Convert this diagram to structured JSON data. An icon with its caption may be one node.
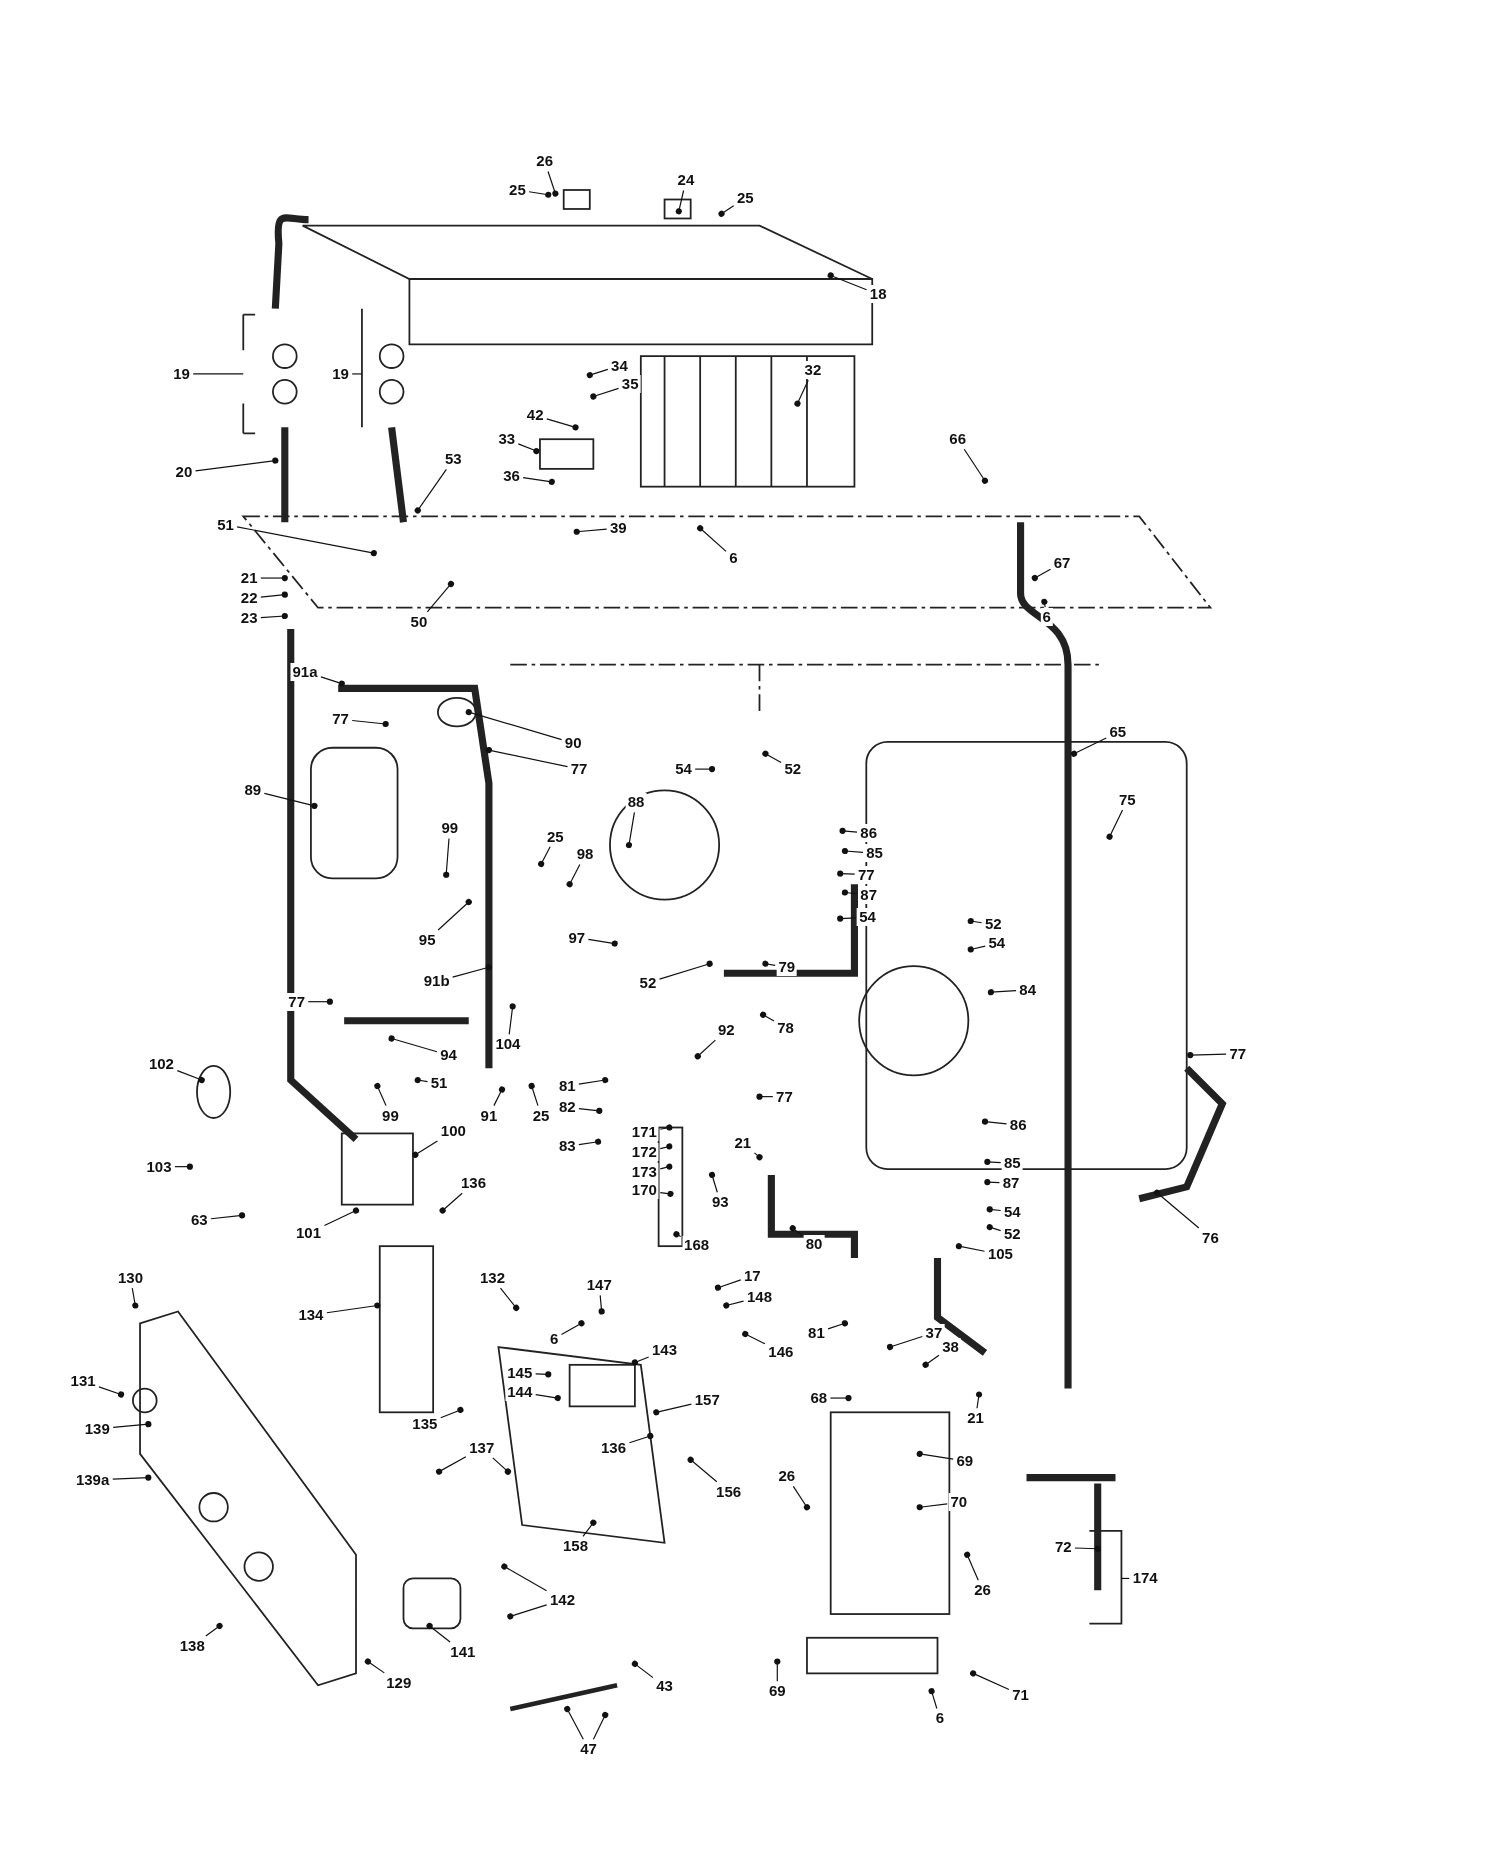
{
  "diagram": {
    "nodes": [
      {
        "text": [
          "26"
        ]
      },
      {
        "text": [
          "25"
        ]
      },
      {
        "text": [
          "24"
        ]
      },
      {
        "text": [
          "25"
        ]
      },
      {
        "text": [
          "18"
        ]
      },
      {
        "text": [
          "19"
        ]
      },
      {
        "text": [
          "19"
        ]
      },
      {
        "text": [
          "20"
        ]
      },
      {
        "text": [
          "34"
        ]
      },
      {
        "text": [
          "35"
        ]
      },
      {
        "text": [
          "42"
        ]
      },
      {
        "text": [
          "32"
        ]
      },
      {
        "text": [
          "33"
        ]
      },
      {
        "text": [
          "66"
        ]
      },
      {
        "text": [
          "53"
        ]
      },
      {
        "text": [
          "36"
        ]
      },
      {
        "text": [
          "51"
        ]
      },
      {
        "text": [
          "39"
        ]
      },
      {
        "text": [
          "67"
        ]
      },
      {
        "text": [
          "21"
        ]
      },
      {
        "text": [
          "22"
        ]
      },
      {
        "text": [
          "23"
        ]
      },
      {
        "text": [
          "50"
        ]
      },
      {
        "text": [
          "6"
        ]
      },
      {
        "text": [
          "6"
        ]
      },
      {
        "text": [
          "91a"
        ]
      },
      {
        "text": [
          "77"
        ]
      },
      {
        "text": [
          "90"
        ]
      },
      {
        "text": [
          "77"
        ]
      },
      {
        "text": [
          "65"
        ]
      },
      {
        "text": [
          "75"
        ]
      },
      {
        "text": [
          "89"
        ]
      },
      {
        "text": [
          "88"
        ]
      },
      {
        "text": [
          "54"
        ]
      },
      {
        "text": [
          "52"
        ]
      },
      {
        "text": [
          "86"
        ]
      },
      {
        "text": [
          "85"
        ]
      },
      {
        "text": [
          "25"
        ]
      },
      {
        "text": [
          "98"
        ]
      },
      {
        "text": [
          "99"
        ]
      },
      {
        "text": [
          "77"
        ]
      },
      {
        "text": [
          "87"
        ]
      },
      {
        "text": [
          "54"
        ]
      },
      {
        "text": [
          "95"
        ]
      },
      {
        "text": [
          "97"
        ]
      },
      {
        "text": [
          "52"
        ]
      },
      {
        "text": [
          "54"
        ]
      },
      {
        "text": [
          "91b"
        ]
      },
      {
        "text": [
          "52"
        ]
      },
      {
        "text": [
          "79"
        ]
      },
      {
        "text": [
          "77"
        ]
      },
      {
        "text": [
          "84"
        ]
      },
      {
        "text": [
          "104"
        ]
      },
      {
        "text": [
          "78"
        ]
      },
      {
        "text": [
          "94"
        ]
      },
      {
        "text": [
          "92"
        ]
      },
      {
        "text": [
          "51"
        ]
      },
      {
        "text": [
          "77"
        ]
      },
      {
        "text": [
          "102"
        ]
      },
      {
        "text": [
          "99"
        ]
      },
      {
        "text": [
          "91"
        ]
      },
      {
        "text": [
          "25"
        ]
      },
      {
        "text": [
          "81"
        ]
      },
      {
        "text": [
          "82"
        ]
      },
      {
        "text": [
          "77"
        ]
      },
      {
        "text": [
          "100"
        ]
      },
      {
        "text": [
          "171"
        ]
      },
      {
        "text": [
          "172"
        ]
      },
      {
        "text": [
          "21"
        ]
      },
      {
        "text": [
          "83"
        ]
      },
      {
        "text": [
          "86"
        ]
      },
      {
        "text": [
          "173"
        ]
      },
      {
        "text": [
          "103"
        ]
      },
      {
        "text": [
          "170"
        ]
      },
      {
        "text": [
          "93"
        ]
      },
      {
        "text": [
          "85"
        ]
      },
      {
        "text": [
          "136"
        ]
      },
      {
        "text": [
          "87"
        ]
      },
      {
        "text": [
          "101"
        ]
      },
      {
        "text": [
          "63"
        ]
      },
      {
        "text": [
          "54"
        ]
      },
      {
        "text": [
          "76"
        ]
      },
      {
        "text": [
          "52"
        ]
      },
      {
        "text": [
          "168"
        ]
      },
      {
        "text": [
          "80"
        ]
      },
      {
        "text": [
          "105"
        ]
      },
      {
        "text": [
          "130"
        ]
      },
      {
        "text": [
          "147"
        ]
      },
      {
        "text": [
          "17"
        ]
      },
      {
        "text": [
          "132"
        ]
      },
      {
        "text": [
          "148"
        ]
      },
      {
        "text": [
          "134"
        ]
      },
      {
        "text": [
          "81"
        ]
      },
      {
        "text": [
          "6"
        ]
      },
      {
        "text": [
          "146"
        ]
      },
      {
        "text": [
          "143"
        ]
      },
      {
        "text": [
          "37"
        ]
      },
      {
        "text": [
          "38"
        ]
      },
      {
        "text": [
          "131"
        ]
      },
      {
        "text": [
          "145"
        ]
      },
      {
        "text": [
          "144"
        ]
      },
      {
        "text": [
          "68"
        ]
      },
      {
        "text": [
          "157"
        ]
      },
      {
        "text": [
          "139"
        ]
      },
      {
        "text": [
          "135"
        ]
      },
      {
        "text": [
          "136"
        ]
      },
      {
        "text": [
          "69"
        ]
      },
      {
        "text": [
          "21"
        ]
      },
      {
        "text": [
          "137"
        ]
      },
      {
        "text": [
          "139a"
        ]
      },
      {
        "text": [
          "156"
        ]
      },
      {
        "text": [
          "26"
        ]
      },
      {
        "text": [
          "70"
        ]
      },
      {
        "text": [
          "72"
        ]
      },
      {
        "text": [
          "174"
        ]
      },
      {
        "text": [
          "158"
        ]
      },
      {
        "text": [
          "26"
        ]
      },
      {
        "text": [
          "142"
        ]
      },
      {
        "text": [
          "138"
        ]
      },
      {
        "text": [
          "141"
        ]
      },
      {
        "text": [
          "43"
        ]
      },
      {
        "text": [
          "69"
        ]
      },
      {
        "text": [
          "129"
        ]
      },
      {
        "text": [
          "6"
        ]
      },
      {
        "text": [
          "71"
        ]
      },
      {
        "text": [
          "47"
        ]
      }
    ],
    "edges": [
      {
        "from": 0,
        "to": null,
        "arrow": "other"
      },
      {
        "from": 1,
        "to": null,
        "arrow": "other"
      },
      {
        "from": 2,
        "to": null,
        "arrow": "other"
      },
      {
        "from": 3,
        "to": null,
        "arrow": "other"
      },
      {
        "from": 4,
        "to": null,
        "arrow": "other"
      },
      {
        "from": 5,
        "to": null,
        "arrow": "none"
      },
      {
        "from": 6,
        "to": null,
        "arrow": "none"
      },
      {
        "from": 7,
        "to": null,
        "arrow": "other"
      },
      {
        "from": 8,
        "to": null,
        "arrow": "other"
      },
      {
        "from": 9,
        "to": null,
        "arrow": "other"
      },
      {
        "from": 10,
        "to": null,
        "arrow": "other"
      },
      {
        "from": 11,
        "to": null,
        "arrow": "other"
      },
      {
        "from": 12,
        "to": null,
        "arrow": "other"
      },
      {
        "from": 13,
        "to": null,
        "arrow": "other"
      },
      {
        "from": 14,
        "to": null,
        "arrow": "other"
      },
      {
        "from": 15,
        "to": null,
        "arrow": "other"
      },
      {
        "from": 16,
        "to": null,
        "arrow": "other"
      },
      {
        "from": 17,
        "to": null,
        "arrow": "other"
      },
      {
        "from": 18,
        "to": null,
        "arrow": "other"
      },
      {
        "from": 19,
        "to": null,
        "arrow": "other"
      },
      {
        "from": 20,
        "to": null,
        "arrow": "other"
      },
      {
        "from": 21,
        "to": null,
        "arrow": "other"
      },
      {
        "from": 22,
        "to": null,
        "arrow": "other"
      },
      {
        "from": 23,
        "to": null,
        "arrow": "other"
      },
      {
        "from": 24,
        "to": null,
        "arrow": "other"
      },
      {
        "from": 25,
        "to": null,
        "arrow": "other"
      },
      {
        "from": 26,
        "to": null,
        "arrow": "other"
      },
      {
        "from": 27,
        "to": null,
        "arrow": "other"
      },
      {
        "from": 28,
        "to": null,
        "arrow": "other"
      },
      {
        "from": 29,
        "to": null,
        "arrow": "other"
      },
      {
        "from": 30,
        "to": null,
        "arrow": "other"
      },
      {
        "from": 31,
        "to": null,
        "arrow": "other"
      },
      {
        "from": 32,
        "to": null,
        "arrow": "other"
      },
      {
        "from": 33,
        "to": null,
        "arrow": "other"
      },
      {
        "from": 34,
        "to": null,
        "arrow": "other"
      },
      {
        "from": 35,
        "to": null,
        "arrow": "other"
      },
      {
        "from": 36,
        "to": null,
        "arrow": "other"
      },
      {
        "from": 37,
        "to": null,
        "arrow": "other"
      },
      {
        "from": 38,
        "to": null,
        "arrow": "other"
      },
      {
        "from": 39,
        "to": null,
        "arrow": "other"
      },
      {
        "from": 40,
        "to": null,
        "arrow": "other"
      },
      {
        "from": 41,
        "to": null,
        "arrow": "other"
      },
      {
        "from": 42,
        "to": null,
        "arrow": "other"
      },
      {
        "from": 43,
        "to": null,
        "arrow": "other"
      },
      {
        "from": 44,
        "to": null,
        "arrow": "other"
      },
      {
        "from": 45,
        "to": null,
        "arrow": "other"
      },
      {
        "from": 46,
        "to": null,
        "arrow": "other"
      },
      {
        "from": 47,
        "to": null,
        "arrow": "other"
      },
      {
        "from": 48,
        "to": null,
        "arrow": "other"
      },
      {
        "from": 49,
        "to": null,
        "arrow": "other"
      },
      {
        "from": 50,
        "to": null,
        "arrow": "other"
      },
      {
        "from": 51,
        "to": null,
        "arrow": "other"
      },
      {
        "from": 52,
        "to": null,
        "arrow": "other"
      },
      {
        "from": 53,
        "to": null,
        "arrow": "other"
      },
      {
        "from": 54,
        "to": null,
        "arrow": "other"
      },
      {
        "from": 55,
        "to": null,
        "arrow": "other"
      },
      {
        "from": 56,
        "to": null,
        "arrow": "other"
      },
      {
        "from": 57,
        "to": null,
        "arrow": "other"
      },
      {
        "from": 58,
        "to": null,
        "arrow": "other"
      },
      {
        "from": 59,
        "to": null,
        "arrow": "other"
      },
      {
        "from": 60,
        "to": null,
        "arrow": "other"
      },
      {
        "from": 61,
        "to": null,
        "arrow": "other"
      },
      {
        "from": 62,
        "to": null,
        "arrow": "other"
      },
      {
        "from": 63,
        "to": null,
        "arrow": "other"
      },
      {
        "from": 64,
        "to": null,
        "arrow": "other"
      },
      {
        "from": 65,
        "to": null,
        "arrow": "other"
      },
      {
        "from": 66,
        "to": null,
        "arrow": "other"
      },
      {
        "from": 67,
        "to": null,
        "arrow": "other"
      },
      {
        "from": 68,
        "to": null,
        "arrow": "other"
      },
      {
        "from": 69,
        "to": null,
        "arrow": "other"
      },
      {
        "from": 70,
        "to": null,
        "arrow": "other"
      },
      {
        "from": 71,
        "to": null,
        "arrow": "other"
      },
      {
        "from": 72,
        "to": null,
        "arrow": "other"
      },
      {
        "from": 73,
        "to": null,
        "arrow": "other"
      },
      {
        "from": 74,
        "to": null,
        "arrow": "other"
      },
      {
        "from": 75,
        "to": null,
        "arrow": "other"
      },
      {
        "from": 76,
        "to": null,
        "arrow": "other"
      },
      {
        "from": 77,
        "to": null,
        "arrow": "other"
      },
      {
        "from": 78,
        "to": null,
        "arrow": "other"
      },
      {
        "from": 79,
        "to": null,
        "arrow": "other"
      },
      {
        "from": 80,
        "to": null,
        "arrow": "other"
      },
      {
        "from": 81,
        "to": null,
        "arrow": "other"
      },
      {
        "from": 82,
        "to": null,
        "arrow": "other"
      },
      {
        "from": 83,
        "to": null,
        "arrow": "other"
      },
      {
        "from": 84,
        "to": null,
        "arrow": "other"
      },
      {
        "from": 85,
        "to": null,
        "arrow": "other"
      },
      {
        "from": 86,
        "to": null,
        "arrow": "other"
      },
      {
        "from": 87,
        "to": null,
        "arrow": "other"
      },
      {
        "from": 88,
        "to": null,
        "arrow": "other"
      },
      {
        "from": 89,
        "to": null,
        "arrow": "other"
      },
      {
        "from": 90,
        "to": null,
        "arrow": "other"
      },
      {
        "from": 91,
        "to": null,
        "arrow": "other"
      },
      {
        "from": 92,
        "to": null,
        "arrow": "other"
      },
      {
        "from": 93,
        "to": null,
        "arrow": "other"
      },
      {
        "from": 94,
        "to": null,
        "arrow": "other"
      },
      {
        "from": 95,
        "to": null,
        "arrow": "other"
      },
      {
        "from": 96,
        "to": null,
        "arrow": "other"
      },
      {
        "from": 97,
        "to": null,
        "arrow": "other"
      },
      {
        "from": 98,
        "to": null,
        "arrow": "other"
      },
      {
        "from": 99,
        "to": null,
        "arrow": "other"
      },
      {
        "from": 100,
        "to": null,
        "arrow": "other"
      },
      {
        "from": 101,
        "to": null,
        "arrow": "other"
      },
      {
        "from": 102,
        "to": null,
        "arrow": "other"
      },
      {
        "from": 103,
        "to": null,
        "arrow": "other"
      },
      {
        "from": 104,
        "to": null,
        "arrow": "other"
      },
      {
        "from": 105,
        "to": null,
        "arrow": "other"
      },
      {
        "from": 106,
        "to": null,
        "arrow": "other"
      },
      {
        "from": 107,
        "to": null,
        "arrow": "other"
      },
      {
        "from": 108,
        "to": null,
        "arrow": "other"
      },
      {
        "from": 109,
        "to": null,
        "arrow": "other"
      },
      {
        "from": 110,
        "to": null,
        "arrow": "other"
      },
      {
        "from": 111,
        "to": null,
        "arrow": "other"
      },
      {
        "from": 112,
        "to": null,
        "arrow": "other"
      },
      {
        "from": 113,
        "to": null,
        "arrow": "other"
      },
      {
        "from": 114,
        "to": null,
        "arrow": "none"
      },
      {
        "from": 115,
        "to": null,
        "arrow": "other"
      },
      {
        "from": 116,
        "to": null,
        "arrow": "other"
      },
      {
        "from": 117,
        "to": null,
        "arrow": "other"
      },
      {
        "from": 118,
        "to": null,
        "arrow": "other"
      },
      {
        "from": 119,
        "to": null,
        "arrow": "other"
      },
      {
        "from": 120,
        "to": null,
        "arrow": "other"
      },
      {
        "from": 121,
        "to": null,
        "arrow": "other"
      },
      {
        "from": 122,
        "to": null,
        "arrow": "other"
      },
      {
        "from": 123,
        "to": null,
        "arrow": "other"
      },
      {
        "from": 124,
        "to": null,
        "arrow": "other"
      },
      {
        "from": 125,
        "to": null,
        "arrow": "other"
      },
      {
        "from": 108,
        "to": null,
        "arrow": "other"
      },
      {
        "from": 117,
        "to": null,
        "arrow": "other"
      },
      {
        "from": 125,
        "to": null,
        "arrow": "other"
      }
    ]
  }
}
